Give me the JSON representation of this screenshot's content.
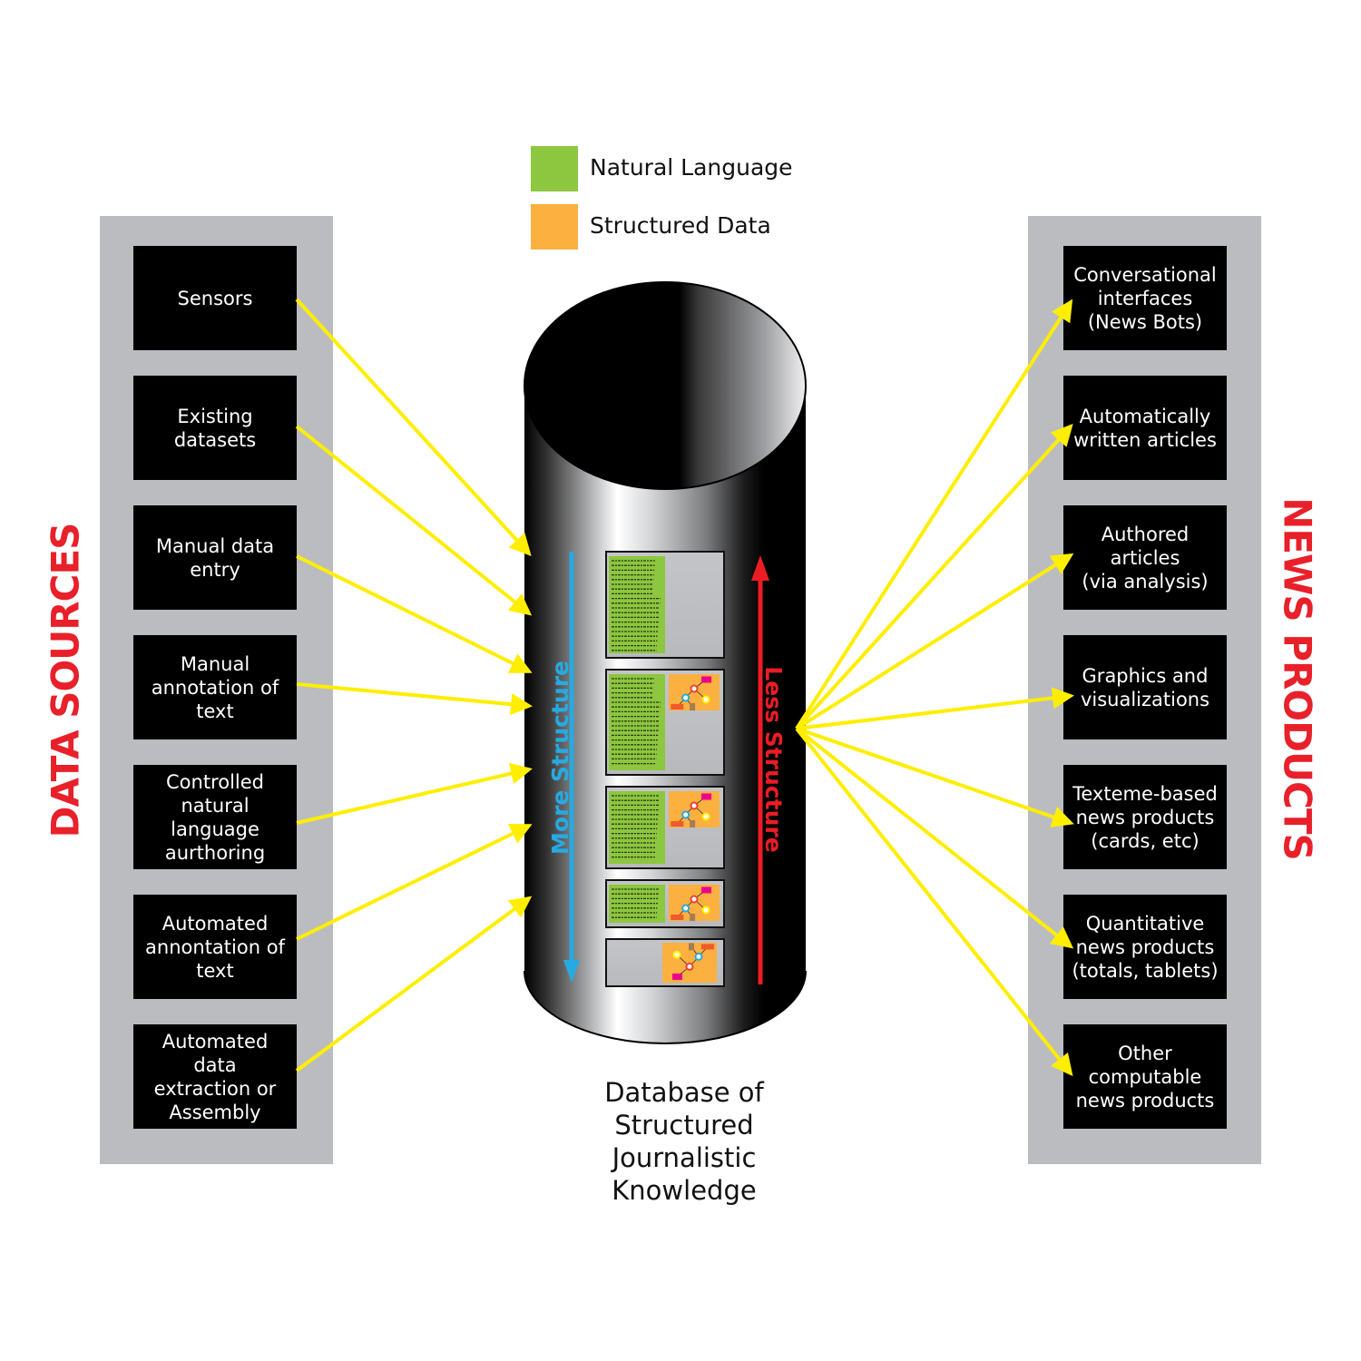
{
  "legend": [
    {
      "label": "Natural Language",
      "color": "#8dc63f"
    },
    {
      "label": "Structured Data",
      "color": "#fbb040"
    }
  ],
  "left_panel": {
    "title": "DATA SOURCES",
    "items": [
      "Sensors",
      "Existing\ndatasets",
      "Manual data\nentry",
      "Manual\nannotation of\ntext",
      "Controlled\nnatural\nlanguage\naurthoring",
      "Automated\nannontation of\ntext",
      "Automated\ndata\nextraction or\nAssembly"
    ]
  },
  "right_panel": {
    "title": "NEWS PRODUCTS",
    "items": [
      "Conversational\ninterfaces\n(News Bots)",
      "Automatically\nwritten articles",
      "Authored\narticles\n(via analysis)",
      "Graphics and\nvisualizations",
      "Texteme-based\nnews products\n(cards, etc)",
      "Quantitative\nnews products\n(totals, tablets)",
      "Other\ncomputable\nnews products"
    ]
  },
  "database": {
    "caption": "Database of\nStructured\nJournalistic\nKnowledge",
    "more_structure_label": "More Structure",
    "less_structure_label": "Less Structure",
    "cards": [
      {
        "natural_language": true,
        "structured_data": false
      },
      {
        "natural_language": true,
        "structured_data": true
      },
      {
        "natural_language": true,
        "structured_data": true
      },
      {
        "natural_language": true,
        "structured_data": true
      },
      {
        "natural_language": false,
        "structured_data": true
      }
    ]
  },
  "colors": {
    "arrow": "#ffee00",
    "title_red": "#e8202a",
    "more_structure_blue": "#27aae1",
    "less_structure_red": "#ed1c24",
    "panel_gray": "#bbbcc0"
  }
}
